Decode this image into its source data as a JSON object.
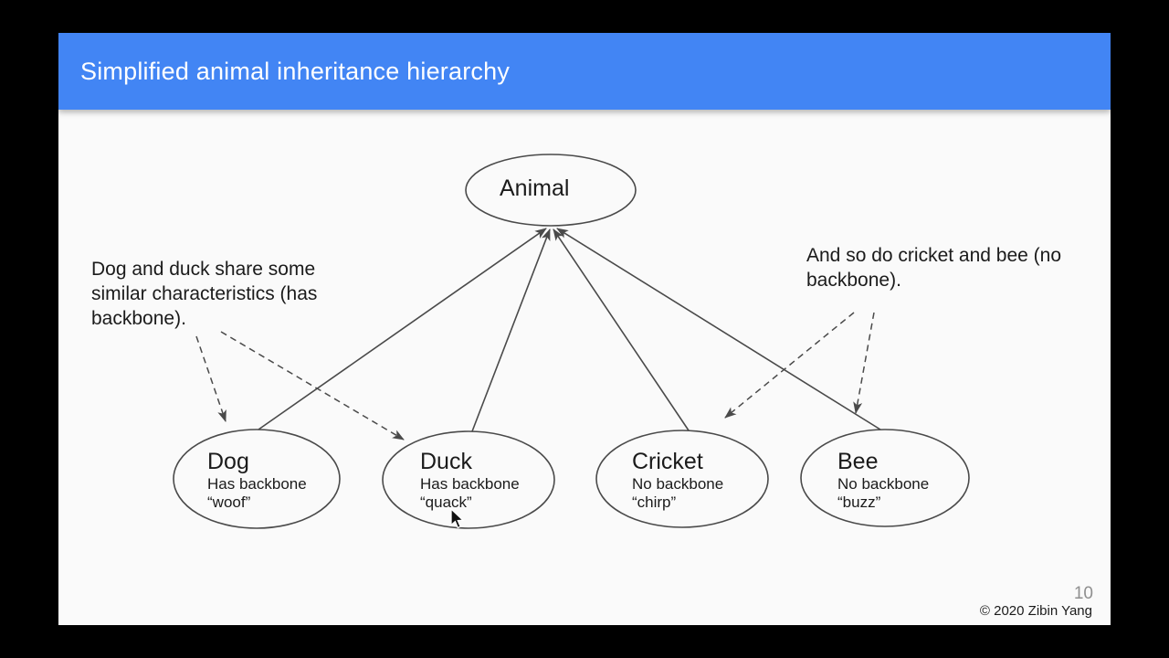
{
  "slide": {
    "header": {
      "title": "Simplified animal inheritance hierarchy",
      "background_color": "#4285f4",
      "text_color": "#ffffff"
    },
    "footer": {
      "page_number": "10",
      "copyright": "© 2020 Zibin Yang"
    }
  },
  "annotations": {
    "left": {
      "lines": [
        "Dog and duck share some",
        "similar characteristics (has",
        "backbone)."
      ]
    },
    "right": {
      "lines": [
        "And so do cricket and bee (no",
        "backbone)."
      ]
    }
  },
  "diagram": {
    "type": "inheritance-hierarchy",
    "root": {
      "name": "Animal"
    },
    "children": [
      {
        "name": "Dog",
        "trait": "Has backbone",
        "sound": "“woof”"
      },
      {
        "name": "Duck",
        "trait": "Has backbone",
        "sound": "“quack”"
      },
      {
        "name": "Cricket",
        "trait": "No backbone",
        "sound": "“chirp”"
      },
      {
        "name": "Bee",
        "trait": "No backbone",
        "sound": "“buzz”"
      }
    ],
    "edges": [
      {
        "from": "Dog",
        "to": "Animal",
        "style": "solid-arrow"
      },
      {
        "from": "Duck",
        "to": "Animal",
        "style": "solid-arrow"
      },
      {
        "from": "Cricket",
        "to": "Animal",
        "style": "solid-arrow"
      },
      {
        "from": "Bee",
        "to": "Animal",
        "style": "solid-arrow"
      },
      {
        "from": "left-annotation",
        "to": "Dog",
        "style": "dashed-arrow"
      },
      {
        "from": "left-annotation",
        "to": "Duck",
        "style": "dashed-arrow"
      },
      {
        "from": "right-annotation",
        "to": "Cricket",
        "style": "dashed-arrow"
      },
      {
        "from": "right-annotation",
        "to": "Bee",
        "style": "dashed-arrow"
      }
    ],
    "stroke_color": "#4a4a4a"
  }
}
